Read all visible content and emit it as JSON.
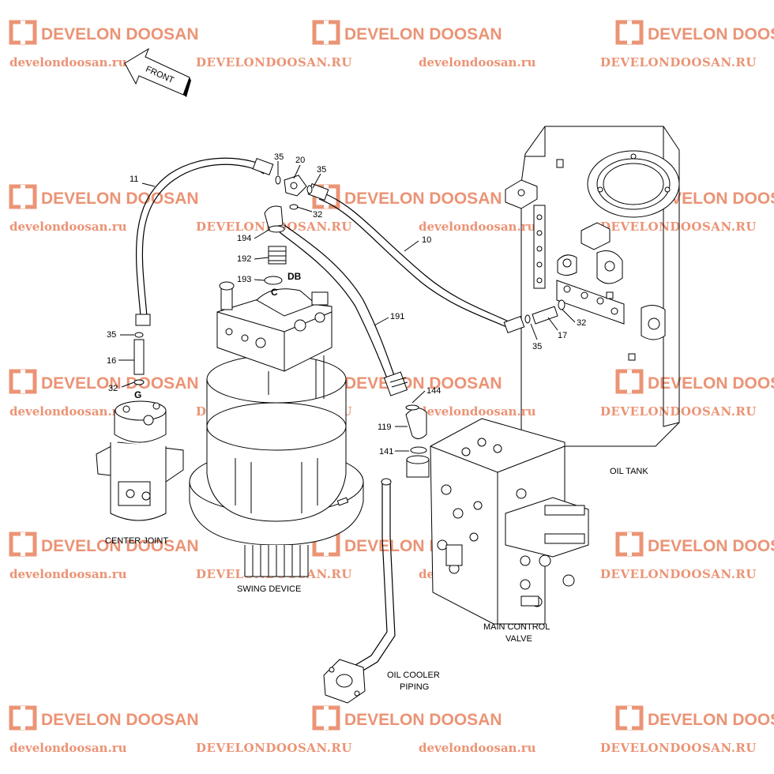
{
  "watermark": {
    "brand": "DEVELON DOOSAN",
    "url_lower": "develondoosan.ru",
    "url_upper": "DEVELONDOOSAN.RU",
    "color": "#e8815e"
  },
  "direction_arrow": {
    "label": "FRONT"
  },
  "components": {
    "center_joint": "CENTER JOINT",
    "swing_device": "SWING DEVICE",
    "oil_tank": "OIL TANK",
    "main_control_valve_line1": "MAIN CONTROL",
    "main_control_valve_line2": "VALVE",
    "oil_cooler_piping_line1": "OIL COOLER",
    "oil_cooler_piping_line2": "PIPING"
  },
  "port_labels": {
    "c": "C",
    "db": "DB",
    "g": "G"
  },
  "part_callouts": {
    "p11": "11",
    "p35_top": "35",
    "p20": "20",
    "p35_right": "35",
    "p32_top": "32",
    "p10": "10",
    "p194": "194",
    "p192": "192",
    "p193": "193",
    "p191": "191",
    "p35_left": "35",
    "p16": "16",
    "p32_left": "32",
    "p32_tank": "32",
    "p17": "17",
    "p35_tank": "35",
    "p144": "144",
    "p119": "119",
    "p141": "141"
  }
}
